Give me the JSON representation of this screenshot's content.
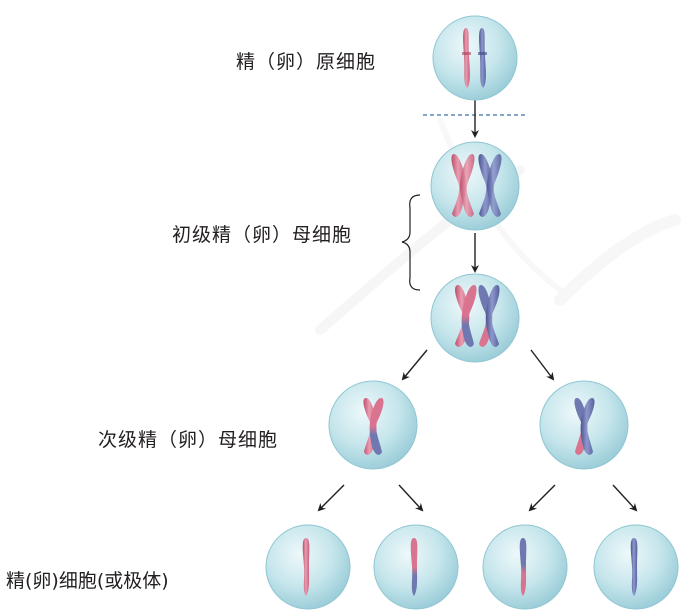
{
  "labels": {
    "primordial": "精（卵）原细胞",
    "primary": "初级精（卵）母细胞",
    "secondary": "次级精（卵）母细胞",
    "gamete": "精(卵)细胞(或极体)"
  },
  "colors": {
    "maternal": "#d9738f",
    "paternal": "#6470a8",
    "cell_fill": "#bfe3ea",
    "cell_edge": "#8fc6d2",
    "dashed_line": "#3f6fa8",
    "arrow": "#231f20"
  }
}
